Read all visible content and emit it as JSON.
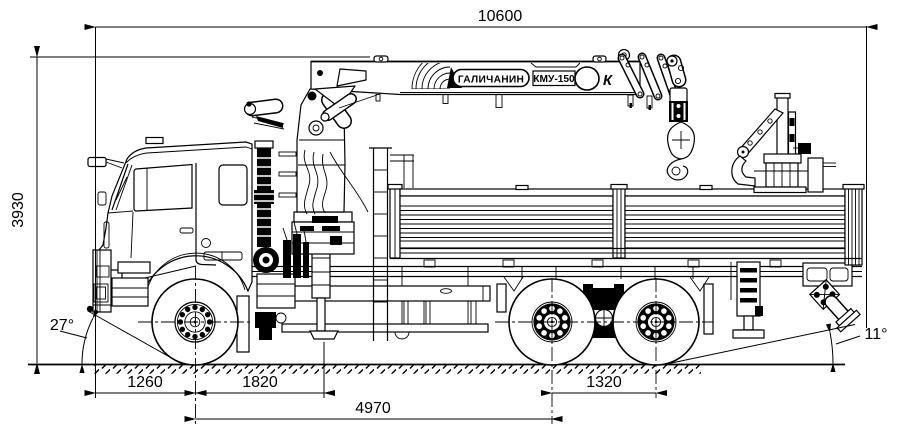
{
  "drawing": {
    "background_color": "#ffffff",
    "line_color": "#000000",
    "dims": {
      "overall_length": "10600",
      "overall_height": "3930",
      "front_overhang": "1260",
      "front_axle_to_outrigger": "1820",
      "wheelbase": "4970",
      "rear_axle_spacing": "1320",
      "approach_angle": "27°",
      "departure_angle": "11°"
    },
    "branding": {
      "manufacturer": "ГАЛИЧАНИН",
      "model": "КМУ-150",
      "logo_letter": "К"
    }
  }
}
